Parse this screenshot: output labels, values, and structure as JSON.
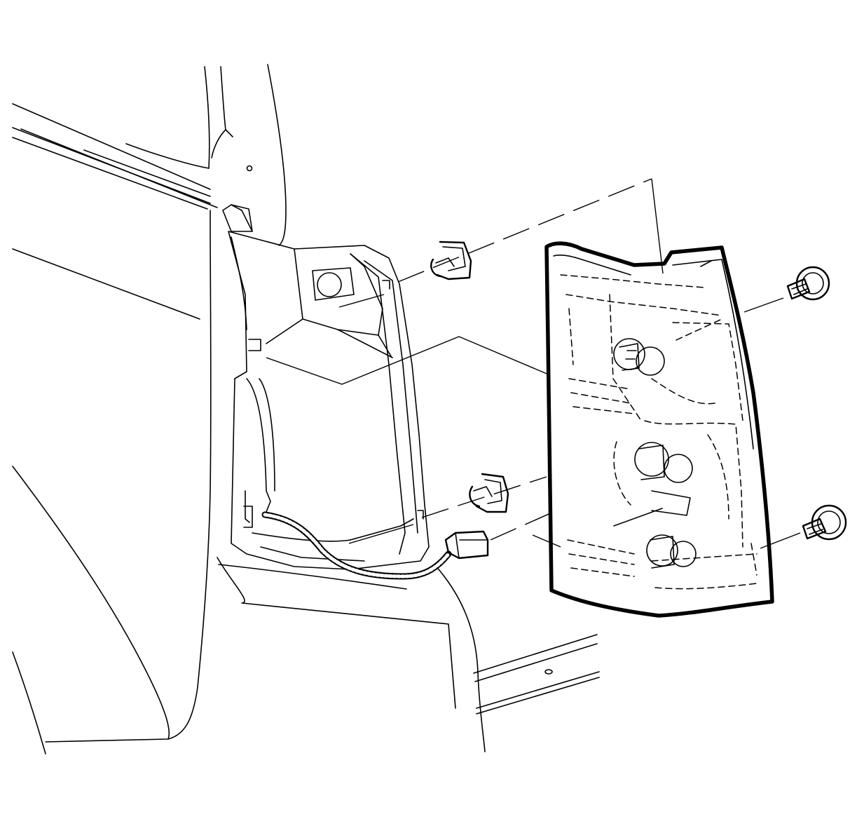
{
  "figure": {
    "background": "#ffffff",
    "line_color": "#000000",
    "parts": [
      {
        "name": "vehicle-body-panel"
      },
      {
        "name": "tail-lamp-pocket"
      },
      {
        "name": "tail-lamp-assembly"
      },
      {
        "name": "upper-retainer-clip"
      },
      {
        "name": "lower-retainer-clip"
      },
      {
        "name": "upper-screw"
      },
      {
        "name": "lower-screw"
      },
      {
        "name": "wiring-harness"
      },
      {
        "name": "harness-connector"
      },
      {
        "name": "rear-bumper"
      }
    ]
  }
}
